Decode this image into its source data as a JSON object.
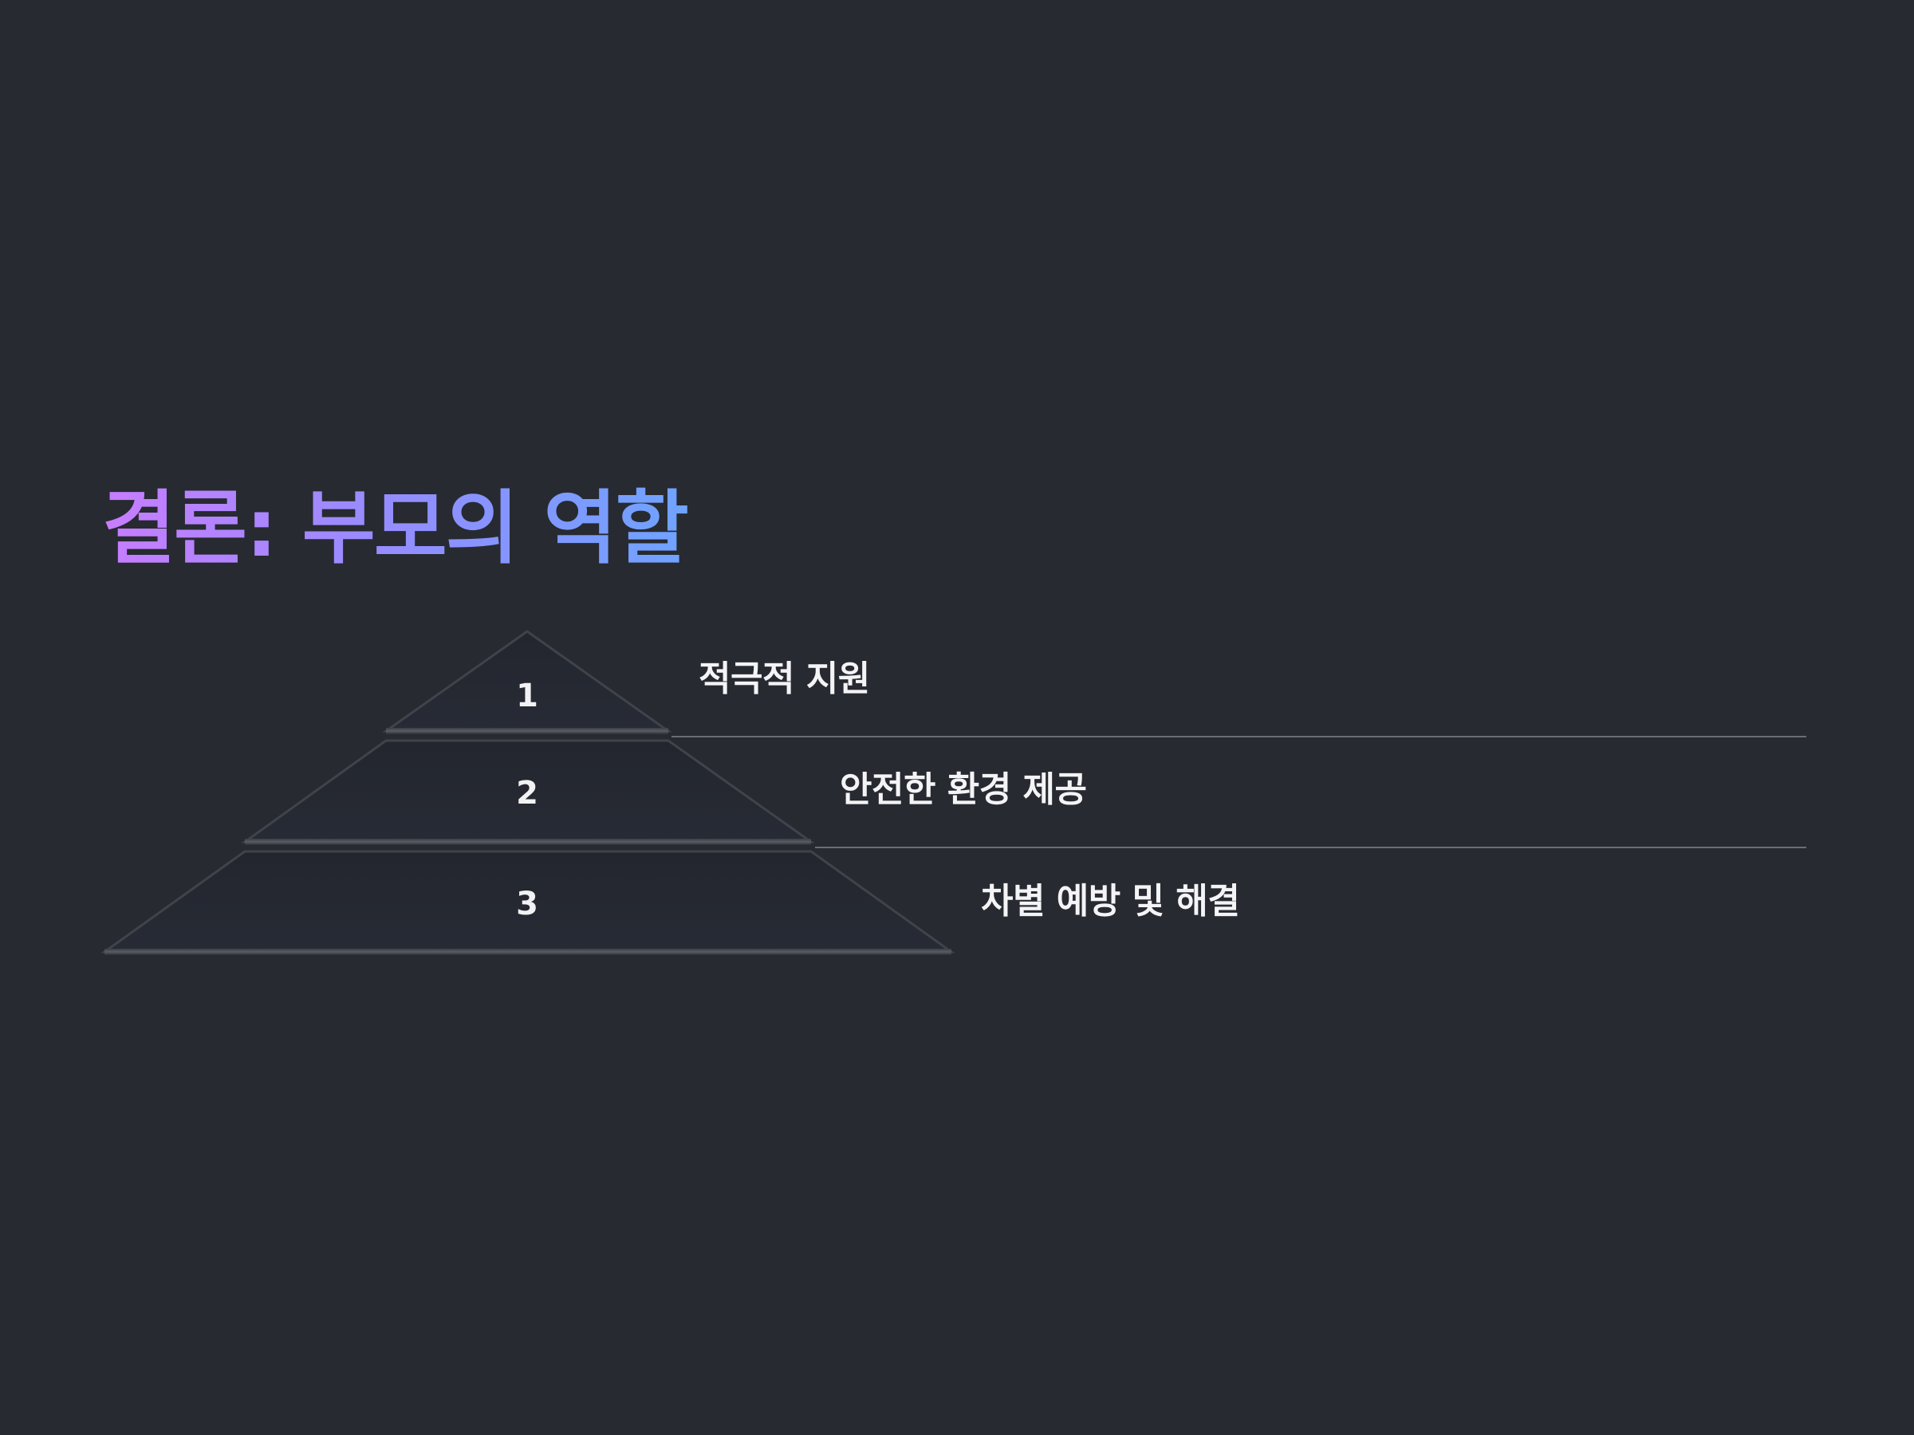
{
  "title": "결론: 부모의 역할",
  "levels": [
    {
      "number": "1",
      "label": "적극적 지원"
    },
    {
      "number": "2",
      "label": "안전한 환경 제공"
    },
    {
      "number": "3",
      "label": "차별 예방 및 해결"
    }
  ],
  "colors": {
    "background": "#272a30",
    "tier_fill": "#262a34",
    "title_gradient_start": "#c77dff",
    "title_gradient_end": "#6fa3ff",
    "divider": "#6a6d74"
  }
}
